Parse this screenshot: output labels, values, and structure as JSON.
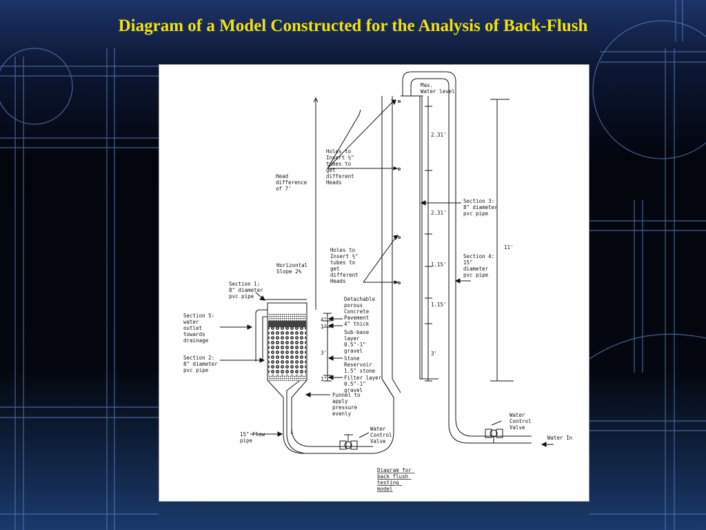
{
  "slide": {
    "title": "Diagram of a Model Constructed for the Analysis of Back-Flush"
  },
  "diagram": {
    "labels": {
      "max_water_level": [
        "Max.",
        "Water level"
      ],
      "holes_upper": [
        "Holes to",
        "Insert ½\"",
        "tubes to",
        "get",
        "different",
        "Heads"
      ],
      "holes_lower": [
        "Holes to",
        "Insert ½\"",
        "tubes to",
        "get",
        "different",
        "Heads"
      ],
      "head_difference": [
        "Head",
        "difference",
        "of 7'"
      ],
      "horizontal_slope": [
        "Horizontal",
        "Slope 2%"
      ],
      "section1": [
        "Section 1:",
        "8\" diameter",
        "pvc pipe"
      ],
      "section5": [
        "Section 5:",
        "water",
        "outlet",
        "towards",
        "drainage"
      ],
      "section2": [
        "Section 2:",
        "8\" diameter",
        "pvc pipe"
      ],
      "section3": [
        "Section 3:",
        "8\" diameter",
        "pvc pipe"
      ],
      "section4": [
        "Section 4:",
        "15\"",
        "diameter",
        "pvc pipe"
      ],
      "detachable": [
        "Detachable",
        "porous",
        "Concrete",
        "Pavement",
        "4\" thick"
      ],
      "subbase": [
        "Sub-base",
        "layer",
        "0.5\"-1\"",
        "gravel"
      ],
      "stone_reservoir": [
        "Stone",
        "Reservoir",
        "1.5\" stone"
      ],
      "filter_layer": [
        "Filter layer",
        "0.5\"-1\"",
        "gravel"
      ],
      "funnel": [
        "Funnel to",
        "apply",
        "pressure",
        "evenly"
      ],
      "flow_pipe": [
        "15\" Flow",
        "pipe"
      ],
      "valve_bottom": [
        "Water",
        "Control",
        "Valve"
      ],
      "valve_right": [
        "Water",
        "Control",
        "Valve"
      ],
      "water_in": "Water In",
      "caption": [
        "Diagram for",
        "back flush",
        "testing",
        "model"
      ]
    },
    "dimensions": {
      "d_231_a": "2.31'",
      "d_231_b": "2.31'",
      "d_115_a": "1.15'",
      "d_115_b": "1.15'",
      "d_3_right": "3'",
      "d_11": "11'",
      "d_4in": "4\"",
      "d_1a": "1\"",
      "d_3_left": "3'",
      "d_1b": "1\""
    }
  }
}
